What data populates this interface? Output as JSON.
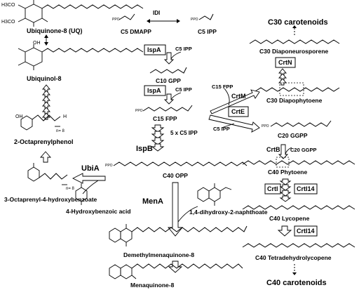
{
  "left": {
    "ubiquinone": "Ubiquinone-8 (UQ)",
    "ubiquinol": "Ubiquinol-8",
    "octaprenylphenol": "2-Octaprenylphenol",
    "hydroxybenzoate": "3-Octaprenyl-4-hydroxybenzoate",
    "hba": "4-Hydroxybenzoic acid",
    "ubia": "UbiA",
    "n8a": "n= 8",
    "n8b": "n= 8",
    "methoxy1": "H3CO",
    "methoxy2": "H3CO",
    "oh": "OH",
    "h": "H"
  },
  "center": {
    "idi": "IDI",
    "dmapp": "C5 DMAPP",
    "ipp": "C5 IPP",
    "ispa1": "IspA",
    "ispa1_sub": "C5 IPP",
    "gpp": "C10 GPP",
    "ispa2": "IspA",
    "ispa2_sub": "C5 IPP",
    "fpp": "C15 FPP",
    "ispb": "IspB",
    "ispb_sub": "5 x C5 IPP",
    "opp": "C40 OPP",
    "mena": "MenA",
    "naphthoate": "1,4-dihydroxy-2-naphthoate",
    "demethyl": "Demethylmenaquinone-8",
    "menaquinone": "Menaquinone-8",
    "ppo": "PPO"
  },
  "right": {
    "c30": "C30 carotenoids",
    "crtn": "CrtN",
    "diaponeurosporene": "C30 Diaponeurosporene",
    "diapophytoene": "C30 Diapophytoene",
    "crtm": "CrtM",
    "crte": "CrtE",
    "c15fpp": "C15 FPP",
    "c5ipp": "C5 IPP",
    "ggpp": "C20 GGPP",
    "crtb": "CrtB",
    "crtb_sub": "C20 GGPP",
    "phytoene": "C40 Phytoene",
    "crti": "CrtI",
    "crti14a": "CrtI14",
    "lycopene": "C40 Lycopene",
    "crti14b": "CrtI14",
    "tetra": "C40 Tetradehydrolycopene",
    "c40": "C40 carotenoids"
  },
  "colors": {
    "ink": "#000000",
    "background": "#ffffff"
  }
}
